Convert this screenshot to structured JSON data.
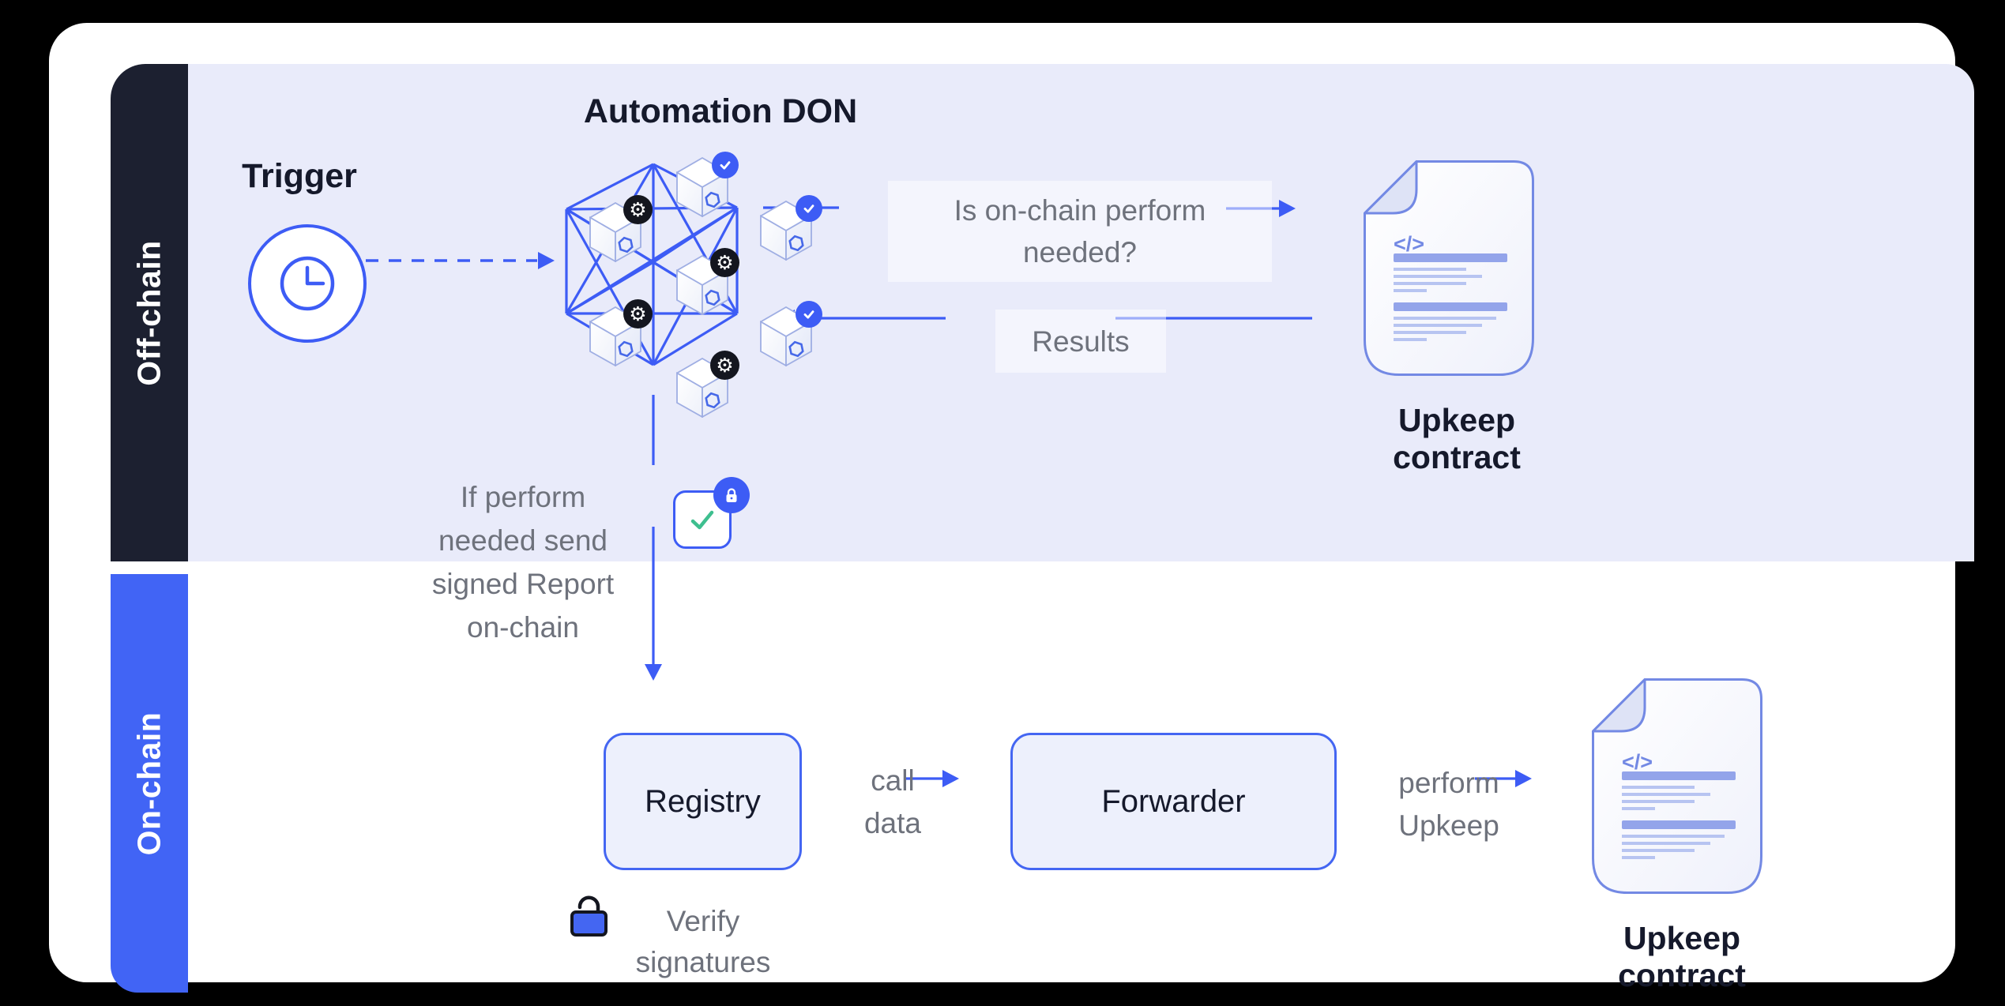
{
  "sections": {
    "off_chain": "Off-chain",
    "on_chain": "On-chain"
  },
  "labels": {
    "trigger": "Trigger",
    "don_title": "Automation DON",
    "results": "Results",
    "upkeep_contract_top": "Upkeep contract",
    "upkeep_contract_bottom": "Upkeep contract",
    "registry": "Registry",
    "forwarder": "Forwarder",
    "code_glyph": "</>"
  },
  "annotations": {
    "is_perform": [
      "Is on-chain perform",
      "needed?"
    ],
    "if_perform": [
      "If perform",
      "needed send",
      "signed Report",
      "on-chain"
    ],
    "call_data": [
      "call",
      "data"
    ],
    "perform_upkeep": [
      "perform",
      "Upkeep"
    ],
    "verify_signatures": [
      "Verify",
      "signatures"
    ]
  },
  "icons": {
    "gear_glyph": "⚙︎",
    "names": [
      "clock-icon",
      "gear-icon",
      "check-icon",
      "lock-icon",
      "unlock-icon",
      "code-icon",
      "chainlink-hexagon-icon"
    ]
  },
  "colors": {
    "accent_blue": "#3D5CF5",
    "on_chain_bar": "#4164F5",
    "off_chain_bar": "#1C2030",
    "panel_lavender": "#E9EBFA",
    "box_fill": "#EDF0FC",
    "box_border": "#4466F2",
    "gray_text": "#6E727C",
    "heading_text": "#15192B",
    "check_green": "#3EBF8F",
    "doc_border": "#7389E4",
    "badge_black": "#14161F"
  }
}
